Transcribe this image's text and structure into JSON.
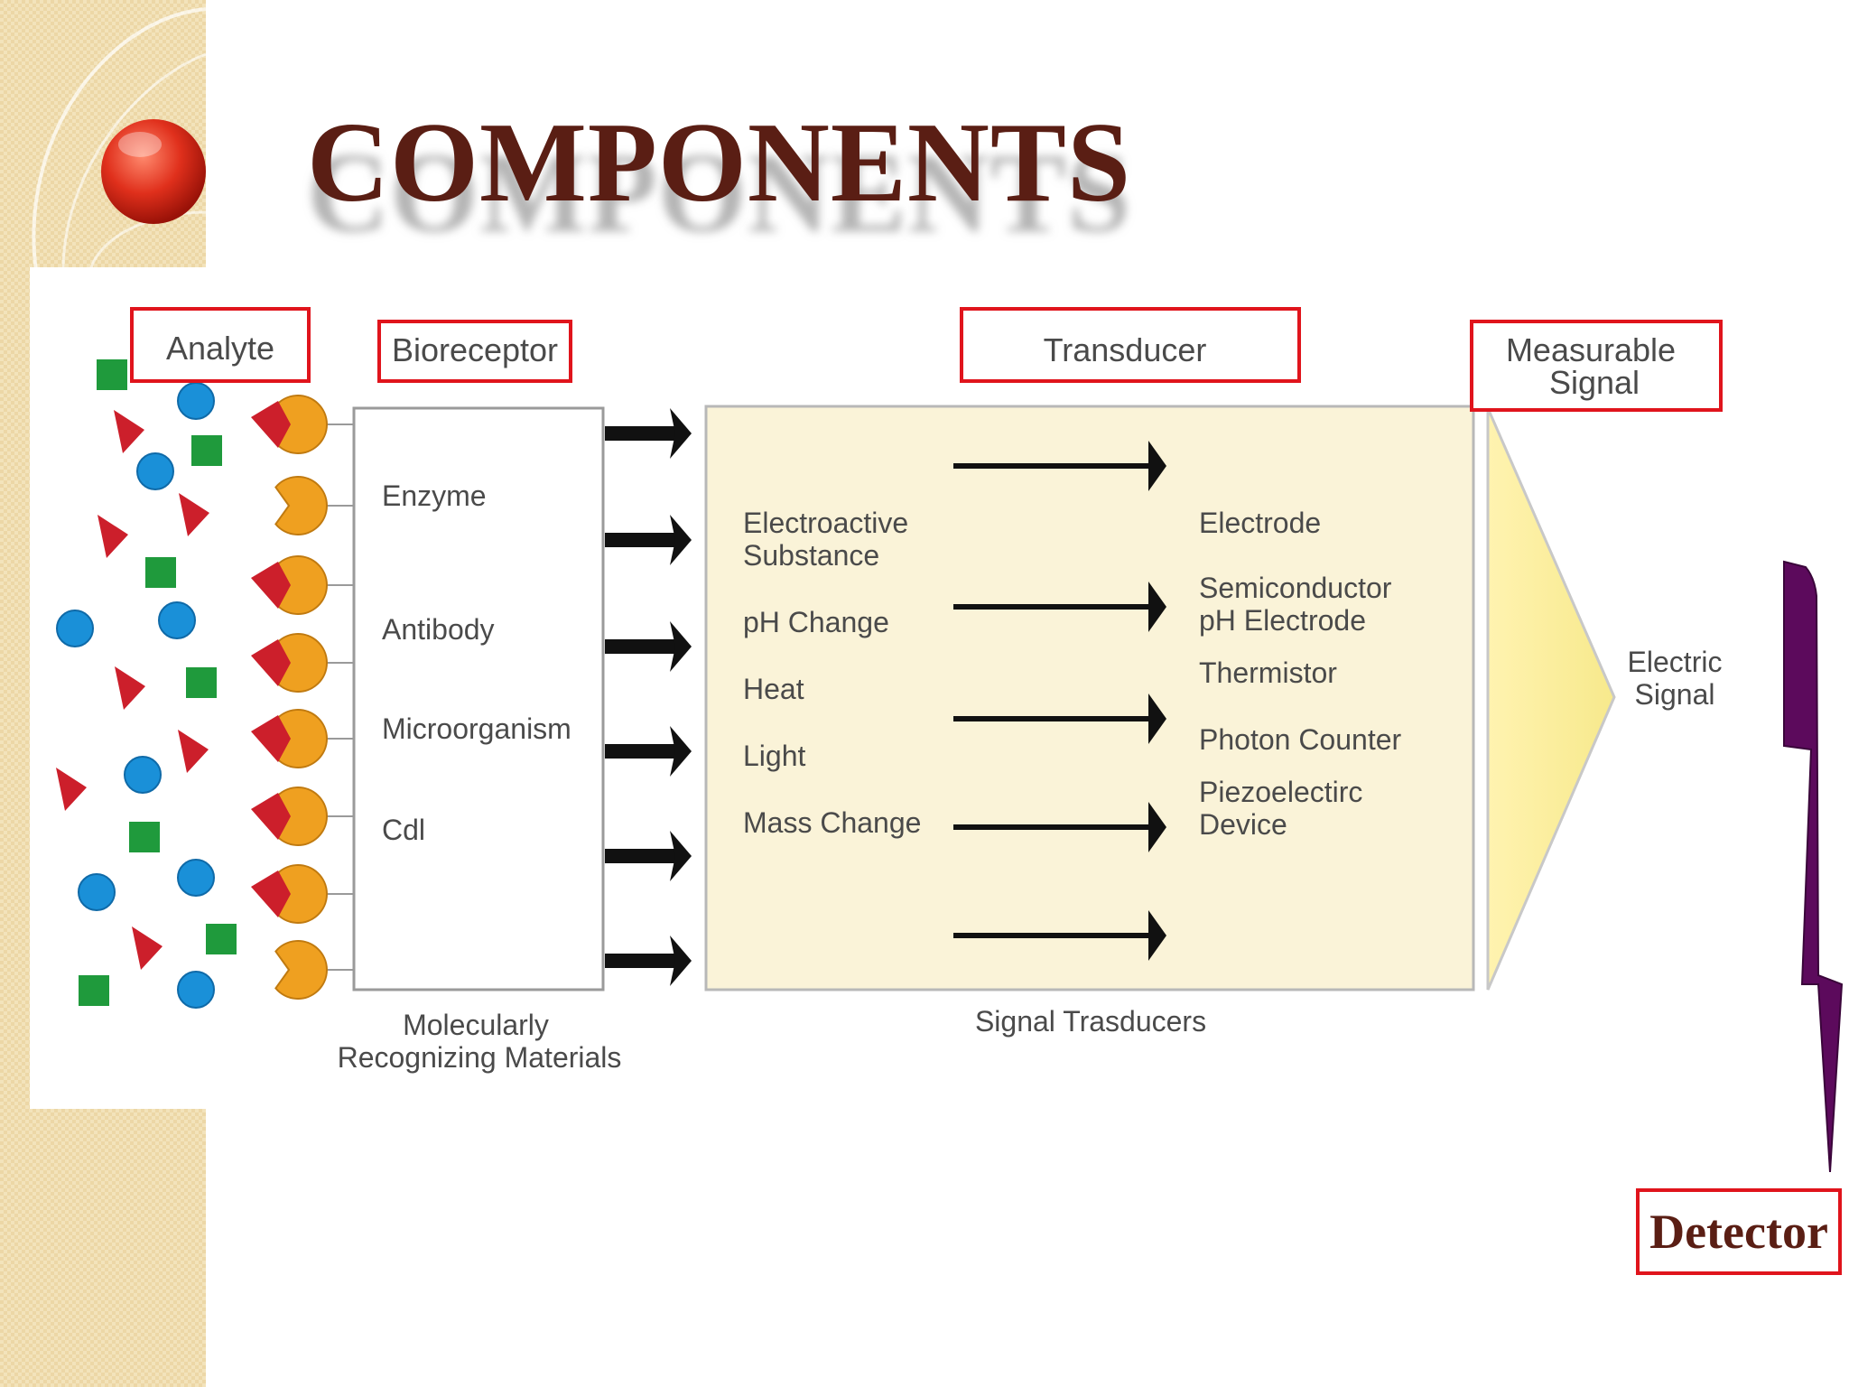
{
  "slide": {
    "title": "COMPONENTS",
    "colors": {
      "title": "#5a1e14",
      "label_box_border": "#e0141c",
      "transducer_fill": "#faf3d8",
      "signal_triangle": "#fbec9a",
      "detector_arrow": "#5c0a5c",
      "sidebar": "#f3e3bb",
      "bullet": "#d32a1c"
    }
  },
  "diagram": {
    "labels": {
      "analyte": "Analyte",
      "bioreceptor": "Bioreceptor",
      "transducer": "Transducer",
      "measurable_signal_1": "Measurable",
      "measurable_signal_2": "Signal"
    },
    "bioreceptors": [
      "Enzyme",
      "Antibody",
      "Microorganism",
      "Cdl"
    ],
    "bioreceptor_caption_1": "Molecularly",
    "bioreceptor_caption_2": "Recognizing Materials",
    "transducer_inputs": [
      [
        "Electroactive",
        "Substance"
      ],
      [
        "pH Change"
      ],
      [
        "Heat"
      ],
      [
        "Light"
      ],
      [
        "Mass Change"
      ]
    ],
    "transducer_outputs": [
      [
        "Electrode"
      ],
      [
        "Semiconductor",
        "pH Electrode"
      ],
      [
        "Thermistor"
      ],
      [
        "Photon Counter"
      ],
      [
        "Piezoelectirc",
        "Device"
      ]
    ],
    "transducer_caption": "Signal Trasducers",
    "signal_text_1": "Electric",
    "signal_text_2": "Signal"
  },
  "detector": {
    "label": "Detector"
  }
}
